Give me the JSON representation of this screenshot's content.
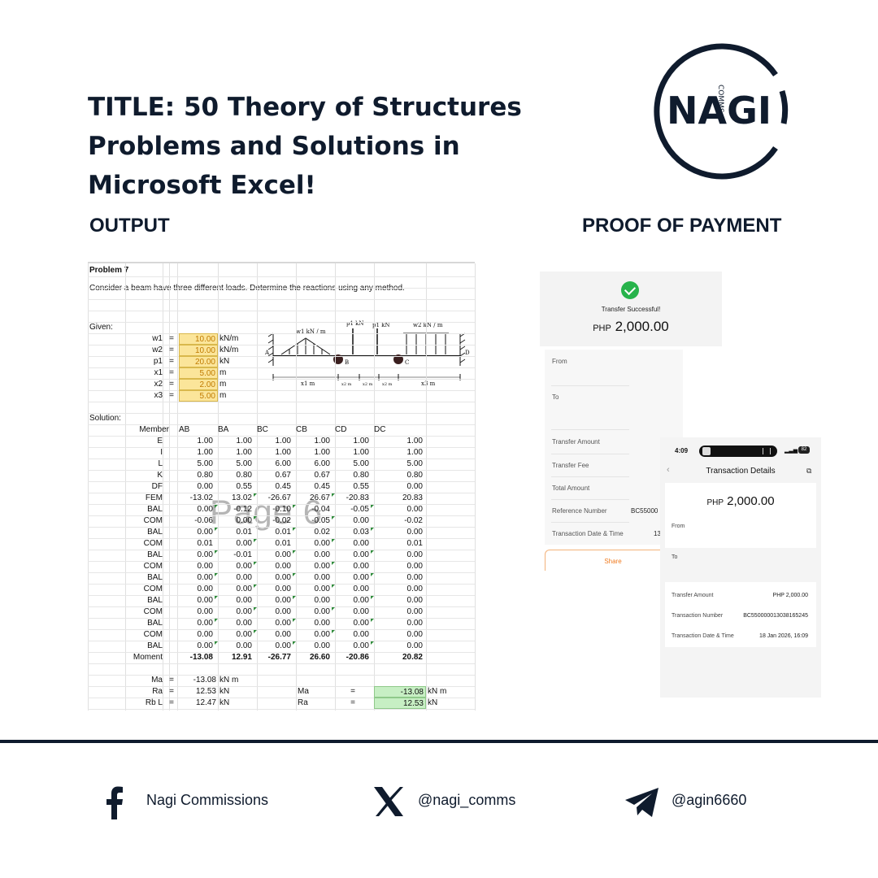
{
  "title_lines": [
    "TITLE: 50 Theory of Structures",
    "Problems and Solutions in",
    "Microsoft Excel!"
  ],
  "logo": {
    "text": "NAGI",
    "subtext": "COMMS",
    "colors": {
      "navy": "#0f1b2d"
    }
  },
  "labels": {
    "output": "OUTPUT",
    "proof": "PROOF OF PAYMENT"
  },
  "sheet": {
    "problem": "Problem 7",
    "statement": "Consider a beam have three different loads. Determine the reactions using any method.",
    "given_label": "Given:",
    "solution_label": "Solution:",
    "given": [
      {
        "name": "w1",
        "eq": "=",
        "value": "10.00",
        "unit": "kN/m"
      },
      {
        "name": "w2",
        "eq": "=",
        "value": "10.00",
        "unit": "kN/m"
      },
      {
        "name": "p1",
        "eq": "=",
        "value": "20.00",
        "unit": "kN"
      },
      {
        "name": "x1",
        "eq": "=",
        "value": "5.00",
        "unit": "m"
      },
      {
        "name": "x2",
        "eq": "=",
        "value": "2.00",
        "unit": "m"
      },
      {
        "name": "x3",
        "eq": "=",
        "value": "5.00",
        "unit": "m"
      }
    ],
    "diagram": {
      "p1a": "p1 kN",
      "p1b": "p1 kN",
      "w1": "w1 kN / m",
      "w2": "w2 kN / m",
      "A": "A",
      "B": "B",
      "C": "C",
      "D": "D",
      "x1": "x1 m",
      "x2a": "x2 m",
      "x2b": "x2 m",
      "x2c": "x2 m",
      "x3": "x3 m"
    },
    "headers": [
      "Member",
      "AB",
      "BA",
      "BC",
      "CB",
      "CD",
      "DC"
    ],
    "rows": [
      {
        "label": "E",
        "vals": [
          "1.00",
          "1.00",
          "1.00",
          "1.00",
          "1.00",
          "1.00"
        ]
      },
      {
        "label": "I",
        "vals": [
          "1.00",
          "1.00",
          "1.00",
          "1.00",
          "1.00",
          "1.00"
        ]
      },
      {
        "label": "L",
        "vals": [
          "5.00",
          "5.00",
          "6.00",
          "6.00",
          "5.00",
          "5.00"
        ]
      },
      {
        "label": "K",
        "vals": [
          "0.80",
          "0.80",
          "0.67",
          "0.67",
          "0.80",
          "0.80"
        ]
      },
      {
        "label": "DF",
        "vals": [
          "0.00",
          "0.55",
          "0.45",
          "0.45",
          "0.55",
          "0.00"
        ]
      },
      {
        "label": "FEM",
        "vals": [
          "-13.02",
          "13.02",
          "-26.67",
          "26.67",
          "-20.83",
          "20.83"
        ]
      },
      {
        "label": "BAL",
        "vals": [
          "0.00",
          "-0.12",
          "-0.10",
          "-0.04",
          "-0.05",
          "0.00"
        ]
      },
      {
        "label": "COM",
        "vals": [
          "-0.06",
          "0.00",
          "-0.02",
          "-0.05",
          "0.00",
          "-0.02"
        ]
      },
      {
        "label": "BAL",
        "vals": [
          "0.00",
          "0.01",
          "0.01",
          "0.02",
          "0.03",
          "0.00"
        ]
      },
      {
        "label": "COM",
        "vals": [
          "0.01",
          "0.00",
          "0.01",
          "0.00",
          "0.00",
          "0.01"
        ]
      },
      {
        "label": "BAL",
        "vals": [
          "0.00",
          "-0.01",
          "0.00",
          "0.00",
          "0.00",
          "0.00"
        ]
      },
      {
        "label": "COM",
        "vals": [
          "0.00",
          "0.00",
          "0.00",
          "0.00",
          "0.00",
          "0.00"
        ]
      },
      {
        "label": "BAL",
        "vals": [
          "0.00",
          "0.00",
          "0.00",
          "0.00",
          "0.00",
          "0.00"
        ]
      },
      {
        "label": "COM",
        "vals": [
          "0.00",
          "0.00",
          "0.00",
          "0.00",
          "0.00",
          "0.00"
        ]
      },
      {
        "label": "BAL",
        "vals": [
          "0.00",
          "0.00",
          "0.00",
          "0.00",
          "0.00",
          "0.00"
        ]
      },
      {
        "label": "COM",
        "vals": [
          "0.00",
          "0.00",
          "0.00",
          "0.00",
          "0.00",
          "0.00"
        ]
      },
      {
        "label": "BAL",
        "vals": [
          "0.00",
          "0.00",
          "0.00",
          "0.00",
          "0.00",
          "0.00"
        ]
      },
      {
        "label": "COM",
        "vals": [
          "0.00",
          "0.00",
          "0.00",
          "0.00",
          "0.00",
          "0.00"
        ]
      },
      {
        "label": "BAL",
        "vals": [
          "0.00",
          "0.00",
          "0.00",
          "0.00",
          "0.00",
          "0.00"
        ]
      }
    ],
    "moment": {
      "label": "Moment",
      "vals": [
        "-13.08",
        "12.91",
        "-26.77",
        "26.60",
        "-20.86",
        "20.82"
      ]
    },
    "results_left": [
      {
        "name": "Ma",
        "eq": "=",
        "value": "-13.08",
        "unit": "kN m"
      },
      {
        "name": "Ra",
        "eq": "=",
        "value": "12.53",
        "unit": "kN"
      },
      {
        "name": "Rb L",
        "eq": "=",
        "value": "12.47",
        "unit": "kN"
      }
    ],
    "results_right": [
      {
        "name": "Ma",
        "eq": "=",
        "value": "-13.08",
        "unit": "kN m"
      },
      {
        "name": "Ra",
        "eq": "=",
        "value": "12.53",
        "unit": "kN"
      }
    ],
    "watermark": "Page 6"
  },
  "payment_a": {
    "status": "Transfer Successful!",
    "currency": "PHP",
    "amount": "2,000.00",
    "labels": [
      "From",
      "To",
      "Transfer Amount",
      "Transfer Fee",
      "Total Amount",
      "Reference Number",
      "Transaction Date & Time"
    ],
    "ref_partial": "BC55000",
    "date_partial": "13",
    "share": "Share"
  },
  "payment_b": {
    "time": "4:09",
    "battery": "82",
    "title": "Transaction Details",
    "currency": "PHP",
    "amount": "2,000.00",
    "from": "From",
    "to": "To",
    "details": [
      {
        "label": "Transfer Amount",
        "value": "PHP 2,000.00"
      },
      {
        "label": "Transaction Number",
        "value": "BC550000013038165245"
      },
      {
        "label": "Transaction Date & Time",
        "value": "18 Jan 2026, 16:09"
      }
    ]
  },
  "footer": {
    "facebook": "Nagi Commissions",
    "x": "@nagi_comms",
    "telegram": "@agin6660"
  }
}
